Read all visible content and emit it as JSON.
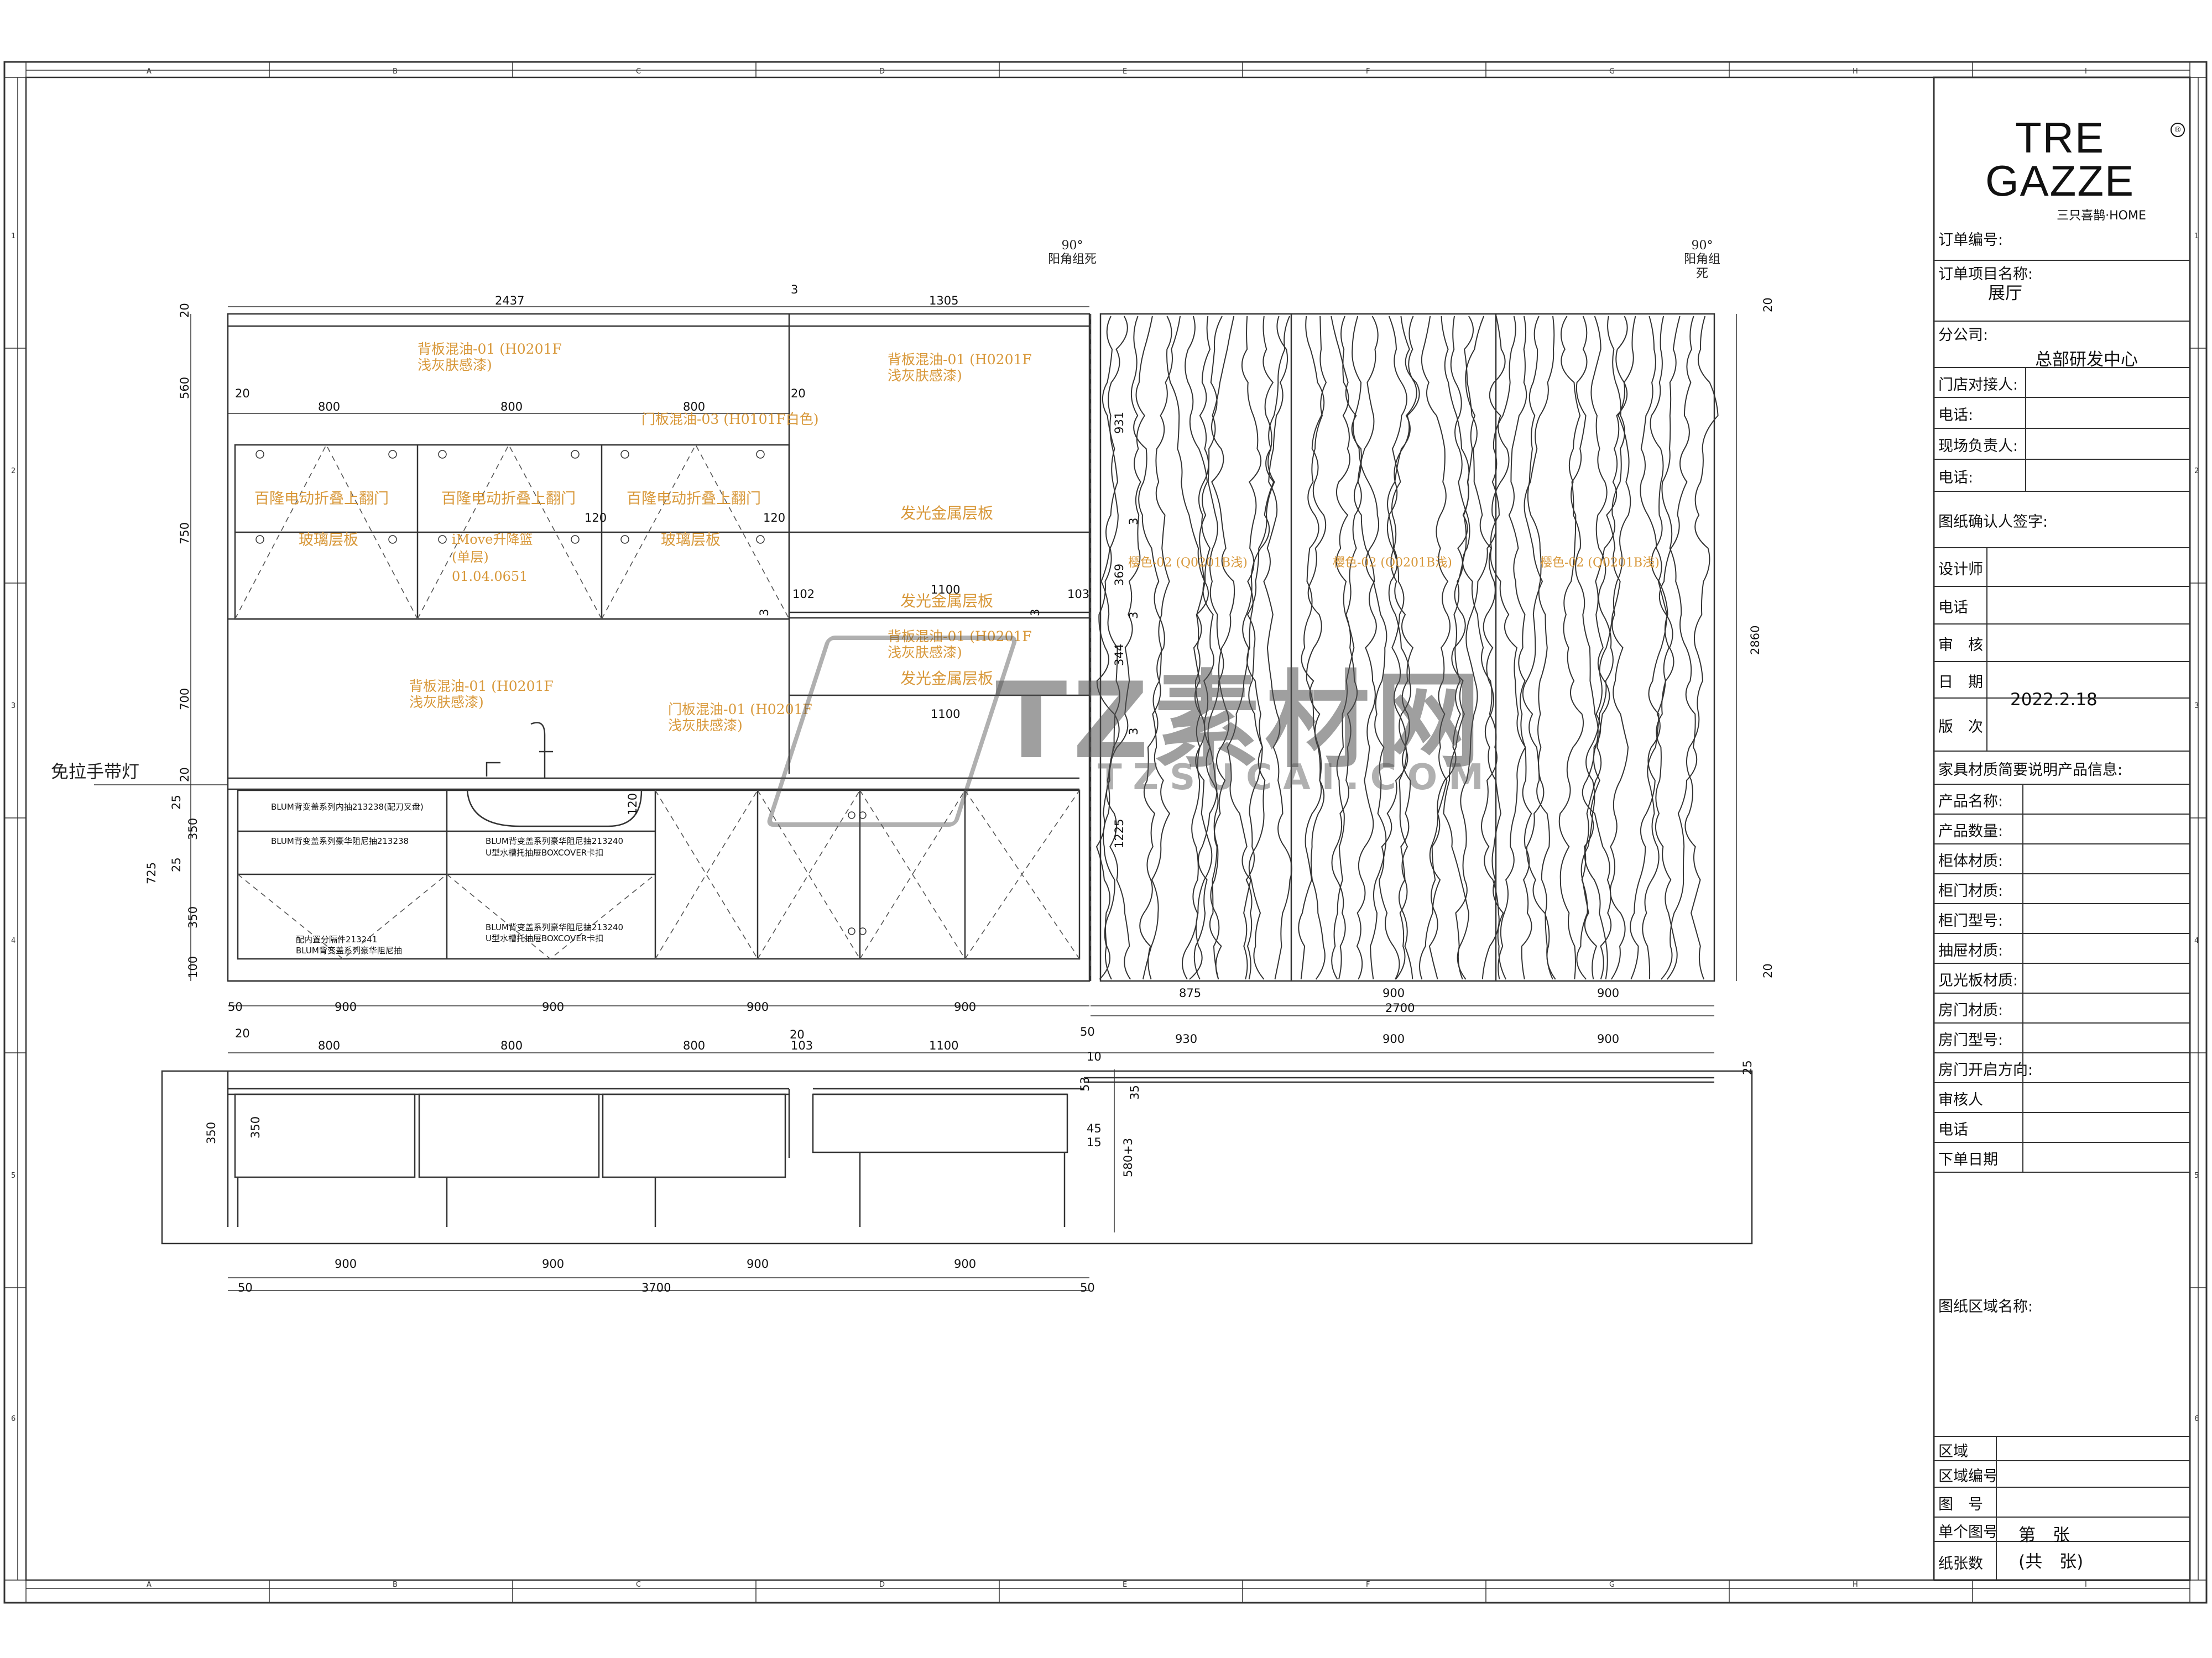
{
  "title_block": {
    "brand": "TRE GAZZE",
    "brand_sub": "三只喜鹊·HOME",
    "rows": [
      {
        "label": "订单编号:",
        "value": ""
      },
      {
        "label": "订单项目名称:",
        "value": "展厅"
      },
      {
        "label": "分公司:",
        "value": "总部研发中心"
      },
      {
        "label": "门店对接人:",
        "value": ""
      },
      {
        "label": "电话:",
        "value": ""
      },
      {
        "label": "现场负责人:",
        "value": ""
      },
      {
        "label": "电话:",
        "value": ""
      },
      {
        "label": "图纸确认人签字:",
        "value": ""
      },
      {
        "label": "设计师",
        "value": ""
      },
      {
        "label": "电话",
        "value": ""
      },
      {
        "label": "审　核",
        "value": ""
      },
      {
        "label": "日　期",
        "value": "2022.2.18"
      },
      {
        "label": "版　次",
        "value": ""
      },
      {
        "label": "家具材质简要说明产品信息:",
        "value": ""
      },
      {
        "label": "产品名称:",
        "value": ""
      },
      {
        "label": "产品数量:",
        "value": ""
      },
      {
        "label": "柜体材质:",
        "value": ""
      },
      {
        "label": "柜门材质:",
        "value": ""
      },
      {
        "label": "柜门型号:",
        "value": ""
      },
      {
        "label": "抽屉材质:",
        "value": ""
      },
      {
        "label": "见光板材质:",
        "value": ""
      },
      {
        "label": "房门材质:",
        "value": ""
      },
      {
        "label": "房门型号:",
        "value": ""
      },
      {
        "label": "房门开启方向:",
        "value": ""
      },
      {
        "label": "审核人",
        "value": ""
      },
      {
        "label": "电话",
        "value": ""
      },
      {
        "label": "下单日期",
        "value": ""
      },
      {
        "label": "图纸区域名称:",
        "value": ""
      },
      {
        "label": "区域",
        "value": ""
      },
      {
        "label": "区域编号",
        "value": ""
      },
      {
        "label": "图　号",
        "value": ""
      },
      {
        "label": "单个图号",
        "value": "第　张"
      },
      {
        "label": "纸张数",
        "value": "(共　张)"
      }
    ]
  },
  "grid": {
    "letters": [
      "A",
      "B",
      "C",
      "D",
      "E",
      "F",
      "G",
      "H",
      "I"
    ],
    "numbers": [
      "1",
      "2",
      "3",
      "4",
      "5",
      "6"
    ]
  },
  "annotations": {
    "corner_left": "90°\n阳角组死",
    "corner_right": "90°\n阳角组\n死",
    "light": "免拉手带灯",
    "back_panel_1": "背板混油-01 (H0201F\n浅灰肤感漆)",
    "back_panel_2": "背板混油-01 (H0201F\n浅灰肤感漆)",
    "back_panel_3": "背板混油-01 (H0201F\n浅灰肤感漆)",
    "back_panel_4": "背板混油-01 (H0201F\n浅灰肤感漆)",
    "door_panel_3": "门板混油-03 (H0101F白色)",
    "door_panel_1": "门板混油-01 (H0201F\n浅灰肤感漆)",
    "lift_door_1": "百隆电动折叠上翻门",
    "lift_door_2": "百隆电动折叠上翻门",
    "lift_door_3": "百隆电动折叠上翻门",
    "glass_shelf_1": "玻璃层板",
    "glass_shelf_2": "玻璃层板",
    "imove_1": "iMove升降篮",
    "imove_2": "(单层)",
    "imove_3": "01.04.0651",
    "metal_shelf_1": "发光金属层板",
    "metal_shelf_2": "发光金属层板",
    "metal_shelf_3": "发光金属层板",
    "wood_1": "樱色-02 (Q0201B浅)",
    "wood_2": "樱色-02 (Q0201B浅)",
    "wood_3": "樱色-02 (Q0201B浅)",
    "blum_1": "BLUM背变盖系列内抽213238(配刀叉盘)",
    "blum_2": "BLUM背变盖系列豪华阻尼抽213238",
    "blum_3a": "BLUM背变盖系列豪华阻尼抽213240",
    "blum_3b": "U型水槽托抽屉BOXCOVER卡扣",
    "blum_4a": "配内置分隔件213241",
    "blum_4b": "BLUM背变盖系列豪华阻尼抽",
    "blum_5a": "BLUM背变盖系列豪华阻尼抽213240",
    "blum_5b": "U型水槽托抽屉BOXCOVER卡扣"
  },
  "dimensions": {
    "top_overall_left": "2437",
    "top_overall_right": "1305",
    "top_gap": "3",
    "upper_800_a": "800",
    "upper_800_b": "800",
    "upper_800_c": "800",
    "upper_20_a": "20",
    "upper_20_b": "20",
    "h_20_top": "20",
    "h_560": "560",
    "h_750": "750",
    "h_700": "700",
    "h_20_mid": "20",
    "h_25_a": "25",
    "h_350_a": "350",
    "h_25_b": "25",
    "h_350_b": "350",
    "h_100": "100",
    "h_725": "725",
    "h_120_a": "120",
    "h_120_b": "120",
    "h_120_c": "120",
    "mid_1100_a": "1100",
    "mid_1100_b": "1100",
    "mid_102": "102",
    "mid_103": "103",
    "mid_3a": "3",
    "mid_3b": "3",
    "wall_931": "931",
    "wall_369": "369",
    "wall_344": "344",
    "wall_1225": "1225",
    "wall_2860": "2860",
    "wall_20_top": "20",
    "wall_20_bot": "20",
    "wall_3a": "3",
    "wall_3b": "3",
    "wall_3c": "3",
    "base_50": "50",
    "base_900_a": "900",
    "base_900_b": "900",
    "base_900_c": "900",
    "base_900_d": "900",
    "base_50_r": "50",
    "wall_875": "875",
    "wall_900_a": "900",
    "wall_900_b": "900",
    "wall_2700": "2700",
    "plan_20": "20",
    "plan_800_a": "800",
    "plan_800_b": "800",
    "plan_800_c": "800",
    "plan_20_b": "20",
    "plan_103": "103",
    "plan_1100": "1100",
    "plan_930": "930",
    "plan_900_a": "900",
    "plan_900_b": "900",
    "plan_10": "10",
    "plan_25": "25",
    "plan_35": "35",
    "plan_53": "53",
    "plan_45": "45",
    "plan_15": "15",
    "plan_580": "580+3",
    "plan_350a": "350",
    "plan_350b": "350",
    "bottom_900_a": "900",
    "bottom_900_b": "900",
    "bottom_900_c": "900",
    "bottom_900_d": "900",
    "bottom_50_l": "50",
    "bottom_3700": "3700",
    "bottom_50_r": "50"
  },
  "watermark": {
    "main": "TZ素材网",
    "sub": "TZSUCAI.COM"
  }
}
